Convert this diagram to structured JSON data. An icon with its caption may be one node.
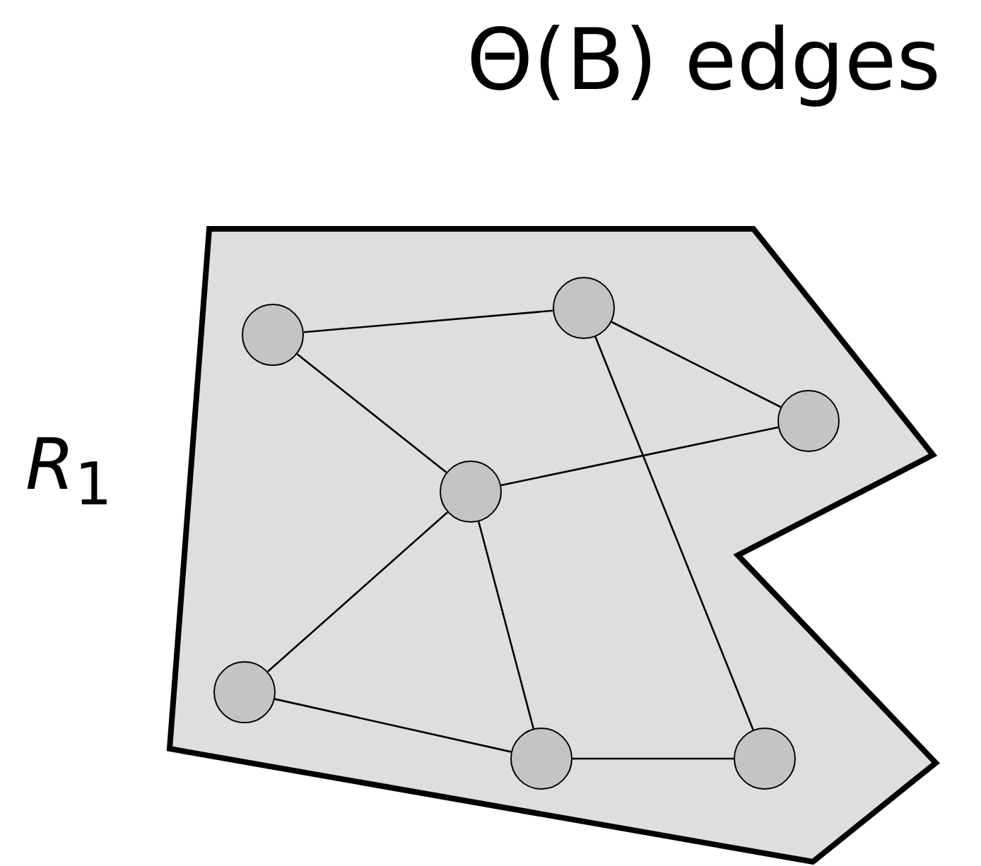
{
  "diagram": {
    "title": "Θ(B) edges",
    "nodes": [
      {
        "text": [
          "*R*$_{1}$"
        ]
      },
      {
        "text": [],
        "shape": "circle",
        "in": 0
      },
      {
        "text": [],
        "shape": "circle",
        "in": 0
      },
      {
        "text": [],
        "shape": "circle",
        "in": 0
      },
      {
        "text": [],
        "shape": "circle",
        "in": 0
      },
      {
        "text": [],
        "shape": "circle",
        "in": 0
      },
      {
        "text": [],
        "shape": "circle",
        "in": 0
      },
      {
        "text": [],
        "shape": "circle",
        "in": 0
      }
    ],
    "edges": [
      {
        "from": 1,
        "to": 2,
        "arrow": "none"
      },
      {
        "from": 1,
        "to": 4,
        "arrow": "none"
      },
      {
        "from": 2,
        "to": 3,
        "arrow": "none"
      },
      {
        "from": 2,
        "to": 7,
        "arrow": "none"
      },
      {
        "from": 4,
        "to": 3,
        "arrow": "none"
      },
      {
        "from": 4,
        "to": 5,
        "arrow": "none"
      },
      {
        "from": 4,
        "to": 6,
        "arrow": "none"
      },
      {
        "from": 5,
        "to": 6,
        "arrow": "none"
      },
      {
        "from": 6,
        "to": 7,
        "arrow": "none"
      }
    ]
  }
}
